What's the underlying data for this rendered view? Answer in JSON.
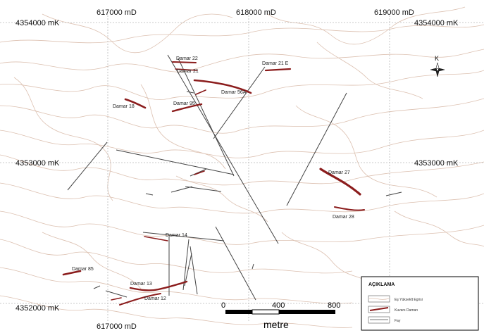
{
  "map": {
    "grid_x_labels_top": [
      "617000 mD",
      "618000 mD",
      "619000 mD"
    ],
    "grid_x_labels_bottom": [
      "617000 mD"
    ],
    "grid_y_labels_left": [
      "4354000 mK",
      "4353000 mK",
      "4352000 mK"
    ],
    "grid_y_labels_right": [
      "4354000 mK",
      "4353000 mK"
    ],
    "north_label": "K",
    "veins": [
      "Damar 22",
      "Damar 21",
      "Damar 21 E",
      "Damar 56A",
      "Damar 95",
      "Damar 18",
      "Damar 27",
      "Damar 28",
      "Damar 14",
      "Damar 85",
      "Damar 13",
      "Damar 12"
    ],
    "scale": {
      "ticks": [
        "0",
        "400",
        "800"
      ],
      "unit": "metre"
    },
    "legend": {
      "title": "AÇIKLAMA",
      "items": [
        "Eş Yükseklt Egrisi",
        "Kuvars Damarı",
        "Fay"
      ]
    },
    "colors": {
      "contour": "#dcc0b0",
      "grid": "#b8b8b8",
      "vein": "#8b1c1c",
      "fault": "#444444"
    }
  }
}
